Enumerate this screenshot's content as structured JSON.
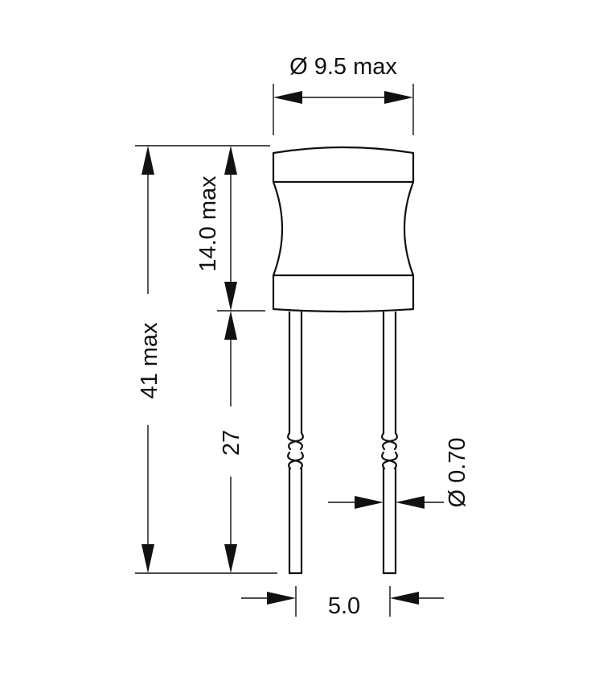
{
  "diagram": {
    "dimensions": {
      "body_diameter": "Ø 9.5 max",
      "overall_length": "41 max",
      "body_length": "14.0 max",
      "lead_length": "27",
      "lead_diameter": "Ø 0.70",
      "lead_spacing": "5.0"
    },
    "colors": {
      "line": "#111111",
      "background": "#ffffff"
    }
  }
}
